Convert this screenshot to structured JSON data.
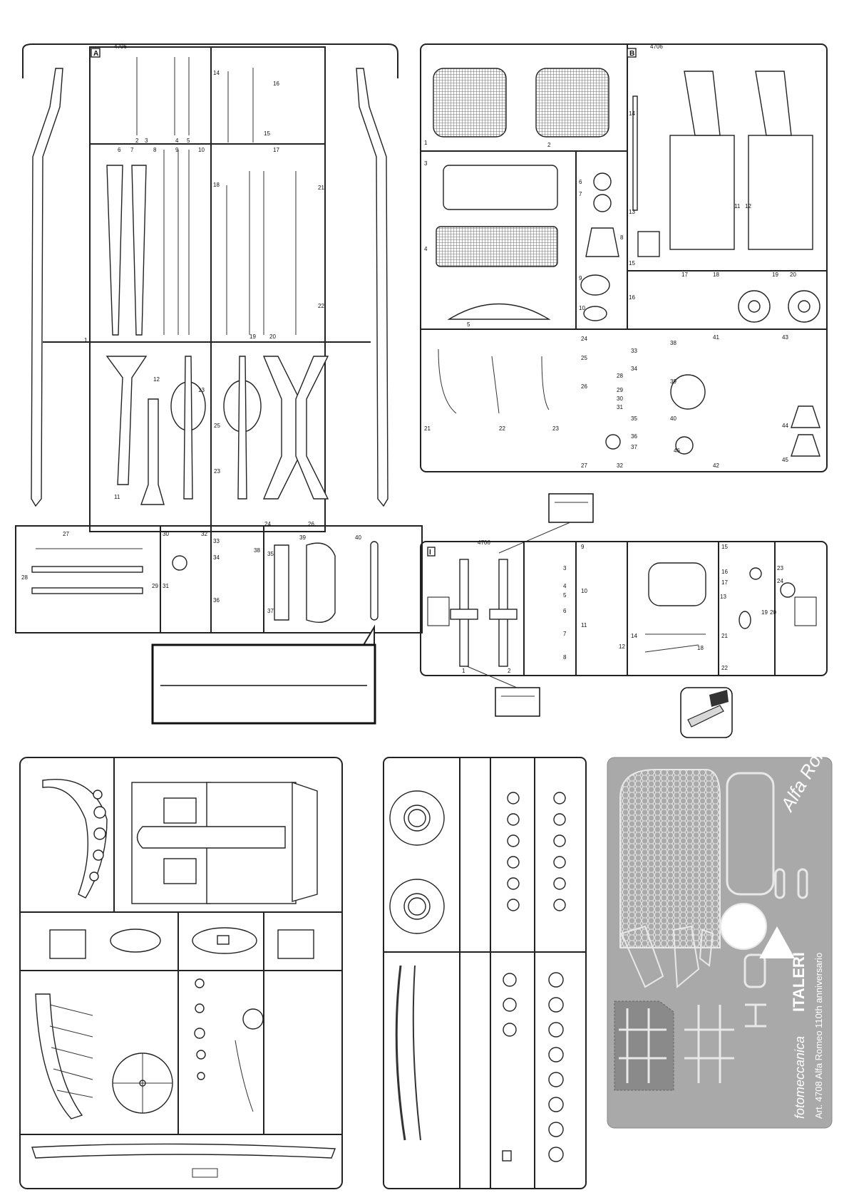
{
  "sprueA": {
    "letter": "A",
    "code": "4706",
    "part_numbers": [
      "1",
      "2",
      "3",
      "4",
      "5",
      "6",
      "7",
      "8",
      "9",
      "10",
      "11",
      "12",
      "13",
      "14",
      "15",
      "16",
      "17",
      "18",
      "19",
      "20",
      "21",
      "22",
      "23",
      "24",
      "25",
      "26",
      "27",
      "28",
      "29",
      "30",
      "31",
      "32",
      "33",
      "34",
      "35",
      "36",
      "37",
      "38",
      "39",
      "40"
    ]
  },
  "sprueB": {
    "letter": "B",
    "code": "4706",
    "part_numbers": [
      "1",
      "2",
      "3",
      "4",
      "5",
      "6",
      "7",
      "8",
      "9",
      "10",
      "11",
      "12",
      "13",
      "14",
      "15",
      "16",
      "17",
      "18",
      "19",
      "20",
      "21",
      "22",
      "23",
      "24",
      "25",
      "26",
      "27",
      "28",
      "29",
      "30",
      "31",
      "32",
      "33",
      "34",
      "35",
      "36",
      "37",
      "38",
      "39",
      "40",
      "41",
      "42",
      "43",
      "44",
      "45",
      "46"
    ]
  },
  "sprueI": {
    "letter": "I",
    "code": "4706",
    "part_numbers": [
      "1",
      "2",
      "3",
      "4",
      "5",
      "6",
      "7",
      "8",
      "9",
      "10",
      "11",
      "12",
      "13",
      "14",
      "15",
      "16",
      "17",
      "18",
      "19",
      "20",
      "21",
      "22",
      "23",
      "24"
    ]
  },
  "etch": {
    "brand": "fotomeccanica",
    "maker": "ITALERI",
    "article": "Art. 4708 Alfa Romeo 110th anniversario",
    "logo_script": "Alfa Romeo",
    "color_bg": "#a9a9a9",
    "color_dark": "#8a8a8a"
  }
}
